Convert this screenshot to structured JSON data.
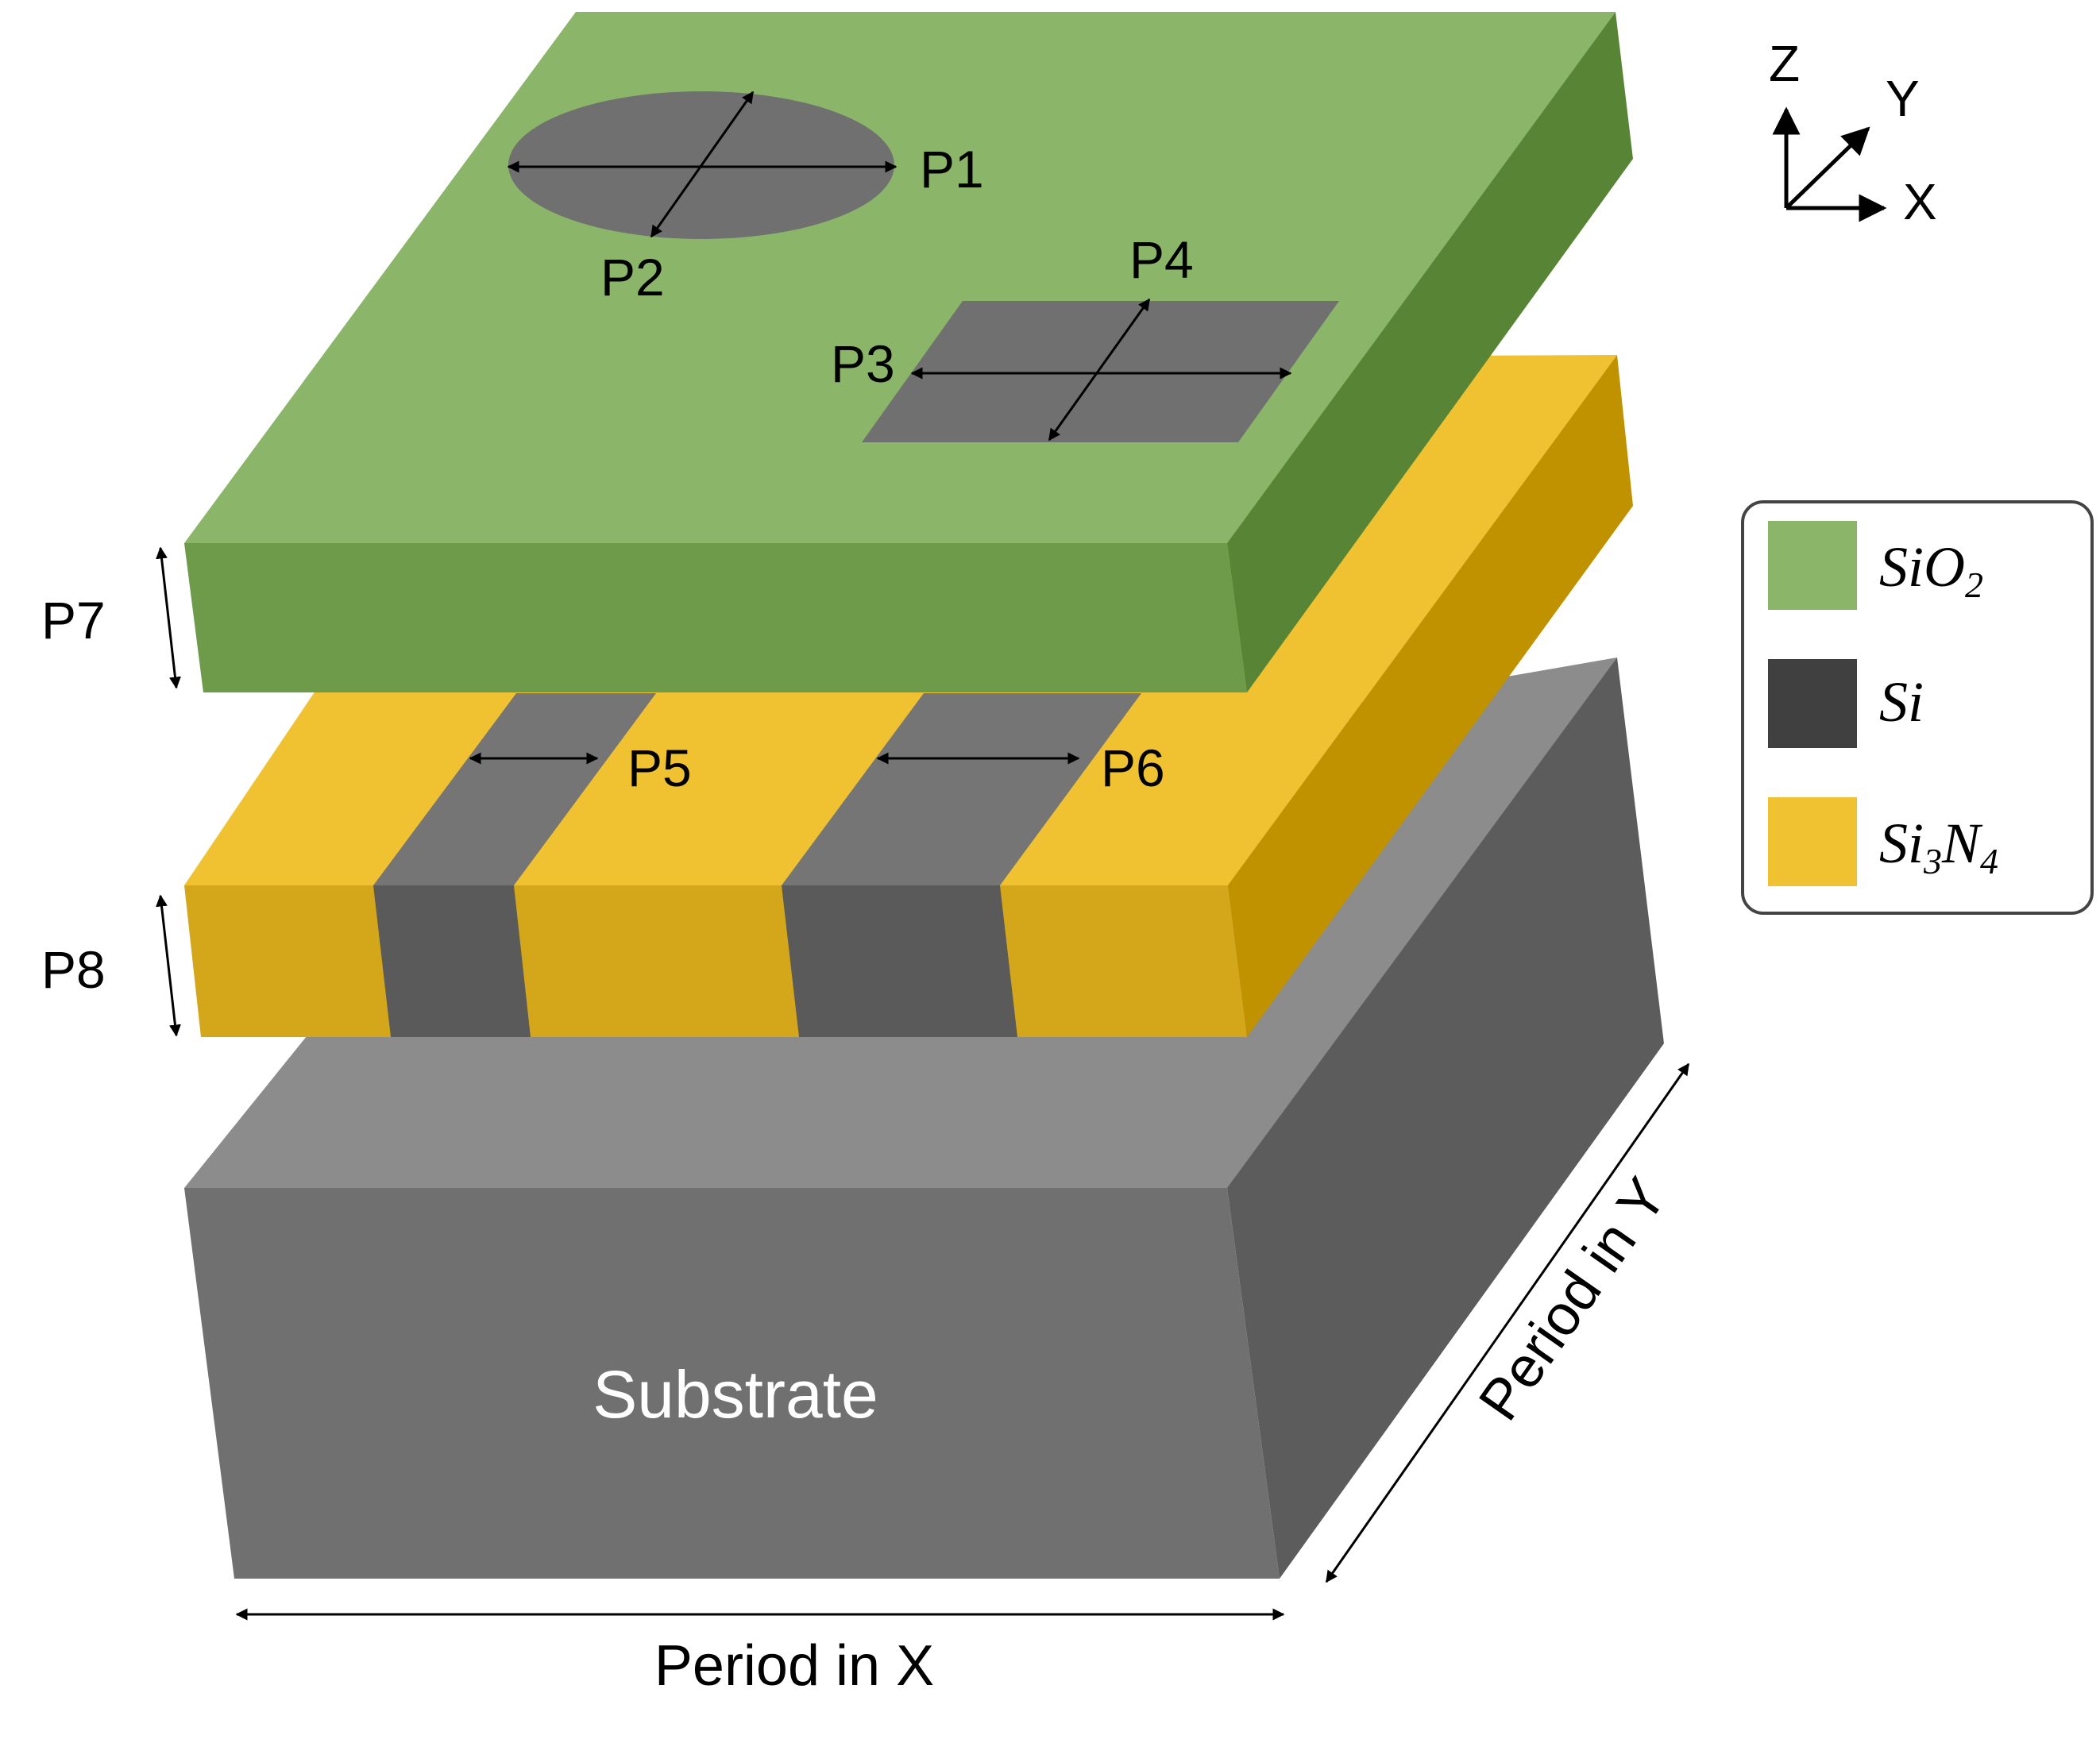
{
  "labels": {
    "p1": "P1",
    "p2": "P2",
    "p3": "P3",
    "p4": "P4",
    "p5": "P5",
    "p6": "P6",
    "p7": "P7",
    "p8": "P8",
    "substrate": "Substrate",
    "period_x": "Period in X",
    "period_y": "Period in Y"
  },
  "axes": {
    "z": "Z",
    "y": "Y",
    "x": "X"
  },
  "legend": {
    "items": [
      {
        "name_base": "SiO",
        "name_sub": "2",
        "name_tail": "",
        "name_sub2": "",
        "color": "#8bb66a"
      },
      {
        "name_base": "Si",
        "name_sub": "",
        "name_tail": "",
        "name_sub2": "",
        "color": "#404040"
      },
      {
        "name_base": "Si",
        "name_sub": "3",
        "name_tail": "N",
        "name_sub2": "4",
        "color": "#f0c232"
      }
    ]
  },
  "colors": {
    "sio2_top": "#8bb66a",
    "sio2_front": "#6e9b4a",
    "sio2_side": "#578535",
    "si3n4_top": "#f0c232",
    "si3n4_front": "#d4a71a",
    "si3n4_side": "#c09200",
    "si_top": "#757575",
    "si_front": "#5a5a5a",
    "substrate_top": "#8c8c8c",
    "substrate_front": "#707070",
    "substrate_side": "#5c5c5c"
  }
}
